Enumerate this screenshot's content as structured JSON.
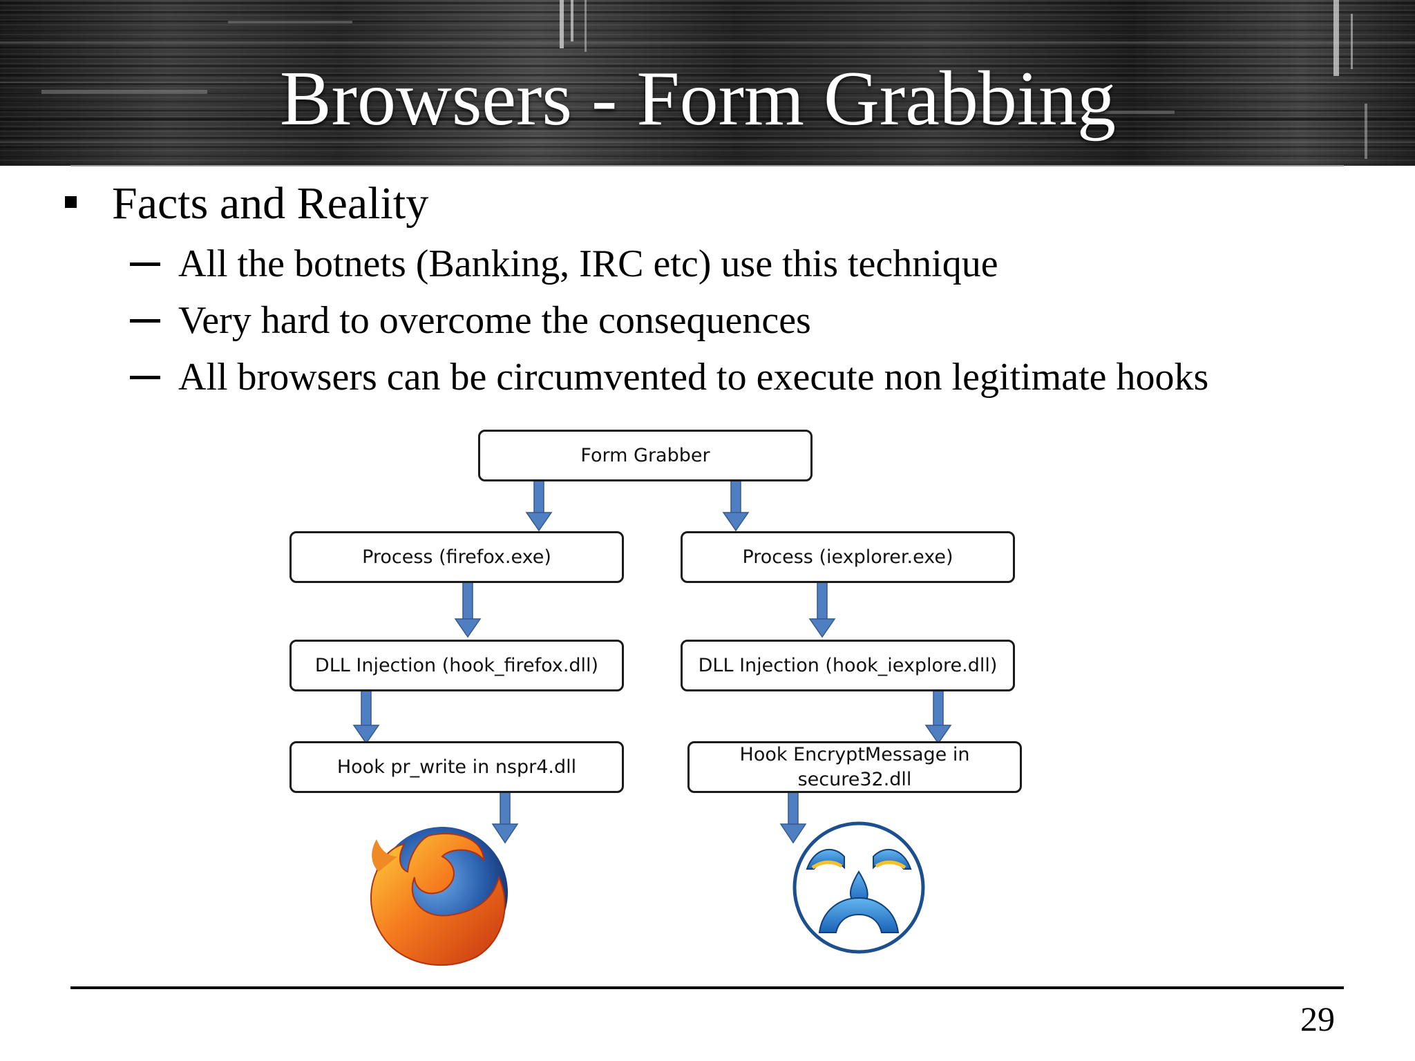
{
  "slide": {
    "title": "Browsers - Form Grabbing",
    "page_number": "29"
  },
  "bullets": {
    "main": "Facts and Reality",
    "sub": [
      "All the botnets (Banking, IRC etc) use this technique",
      "Very hard to overcome the consequences",
      "All browsers can be circumvented to execute non legitimate hooks"
    ]
  },
  "diagram": {
    "root": "Form Grabber",
    "left_branch": {
      "process": "Process (firefox.exe)",
      "injection": "DLL Injection (hook_firefox.dll)",
      "hook": "Hook pr_write in nspr4.dll",
      "end_icon": "firefox-logo-icon"
    },
    "right_branch": {
      "process": "Process (iexplorer.exe)",
      "injection": "DLL Injection (hook_iexplore.dll)",
      "hook": "Hook EncryptMessage in secure32.dll",
      "end_icon": "crying-ie-face-icon"
    },
    "colors": {
      "arrow": "#4f7fc0",
      "arrow_edge": "#35598f",
      "box_border": "#1a1a1a"
    }
  }
}
